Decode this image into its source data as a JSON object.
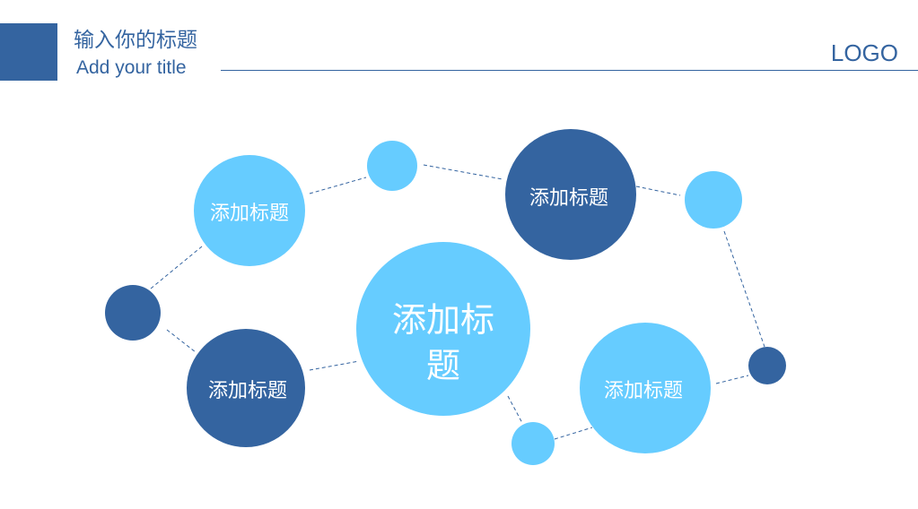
{
  "header": {
    "title_cn": "输入你的标题",
    "title_en": "Add your title",
    "logo": "LOGO"
  },
  "colors": {
    "dark_blue": "#3464a0",
    "light_blue": "#66ccff",
    "line": "#3464a0"
  },
  "diagram": {
    "center_label_line1": "添加标",
    "center_label_line2": "题",
    "nodes": [
      {
        "id": "top-left",
        "label": "添加标题",
        "color": "light"
      },
      {
        "id": "bottom-left",
        "label": "添加标题",
        "color": "dark"
      },
      {
        "id": "top-right",
        "label": "添加标题",
        "color": "dark"
      },
      {
        "id": "bottom-right",
        "label": "添加标题",
        "color": "light"
      }
    ]
  }
}
